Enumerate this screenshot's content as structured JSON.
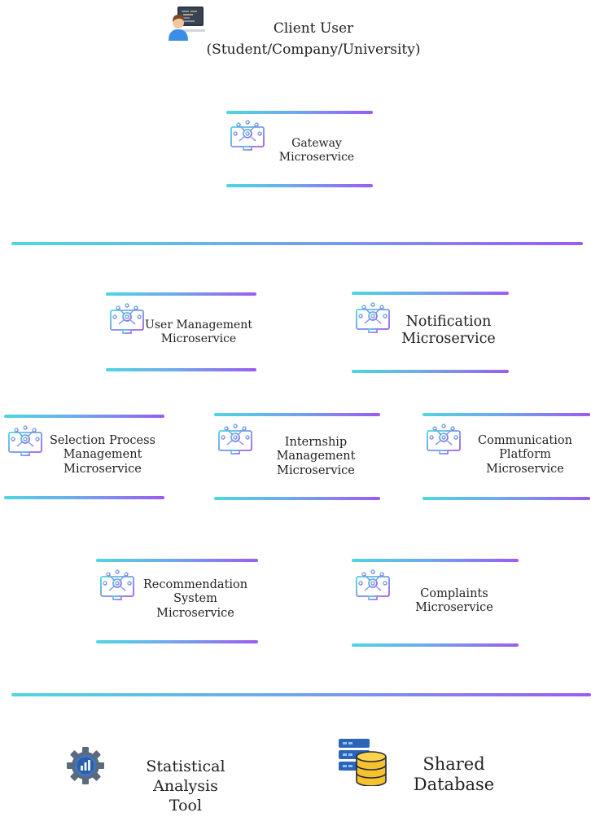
{
  "client": {
    "title": "Client User",
    "subtitle": "(Student/Company/University)",
    "icon": "developer-user-icon"
  },
  "gateway": {
    "label": "Gateway\nMicroservice",
    "icon": "network-monitor-icon"
  },
  "services": [
    {
      "id": "user-management",
      "label": "User Management\nMicroservice",
      "icon": "network-monitor-icon"
    },
    {
      "id": "notification",
      "label": "Notification\nMicroservice",
      "icon": "network-monitor-icon"
    },
    {
      "id": "selection-process",
      "label": "Selection Process\nManagement\nMicroservice",
      "icon": "network-monitor-icon"
    },
    {
      "id": "internship-management",
      "label": "Internship\nManagement\nMicroservice",
      "icon": "network-monitor-icon"
    },
    {
      "id": "communication-platform",
      "label": "Communication\nPlatform\nMicroservice",
      "icon": "network-monitor-icon"
    },
    {
      "id": "recommendation-system",
      "label": "Recommendation\nSystem\nMicroservice",
      "icon": "network-monitor-icon"
    },
    {
      "id": "complaints",
      "label": "Complaints\nMicroservice",
      "icon": "network-monitor-icon"
    }
  ],
  "tools": {
    "statistical": {
      "label": "Statistical Analysis\nTool",
      "icon": "gear-chart-icon"
    },
    "database": {
      "label": "Shared\nDatabase",
      "icon": "database-server-icon"
    }
  },
  "colors": {
    "gradient_start": "#4fd6e0",
    "gradient_mid": "#6fa9ee",
    "gradient_end": "#9b5cf0"
  }
}
